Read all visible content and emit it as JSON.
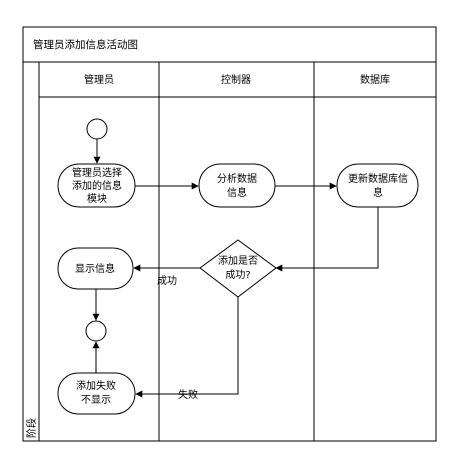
{
  "diagram": {
    "title": "管理员添加信息活动图",
    "phase_label": "阶段",
    "lanes": [
      "管理员",
      "控制器",
      "数据库"
    ],
    "nodes": {
      "select_module": [
        "管理员选择",
        "添加的信息",
        "模块"
      ],
      "analyze": [
        "分析数据",
        "信息"
      ],
      "update_db": [
        "更新数据库信",
        "息"
      ],
      "decision": [
        "添加是否",
        "成功?"
      ],
      "show_info": "显示信息",
      "fail_node": [
        "添加失败",
        "不显示"
      ]
    },
    "edges": {
      "success_label": "成功",
      "fail_label": "失败"
    }
  }
}
